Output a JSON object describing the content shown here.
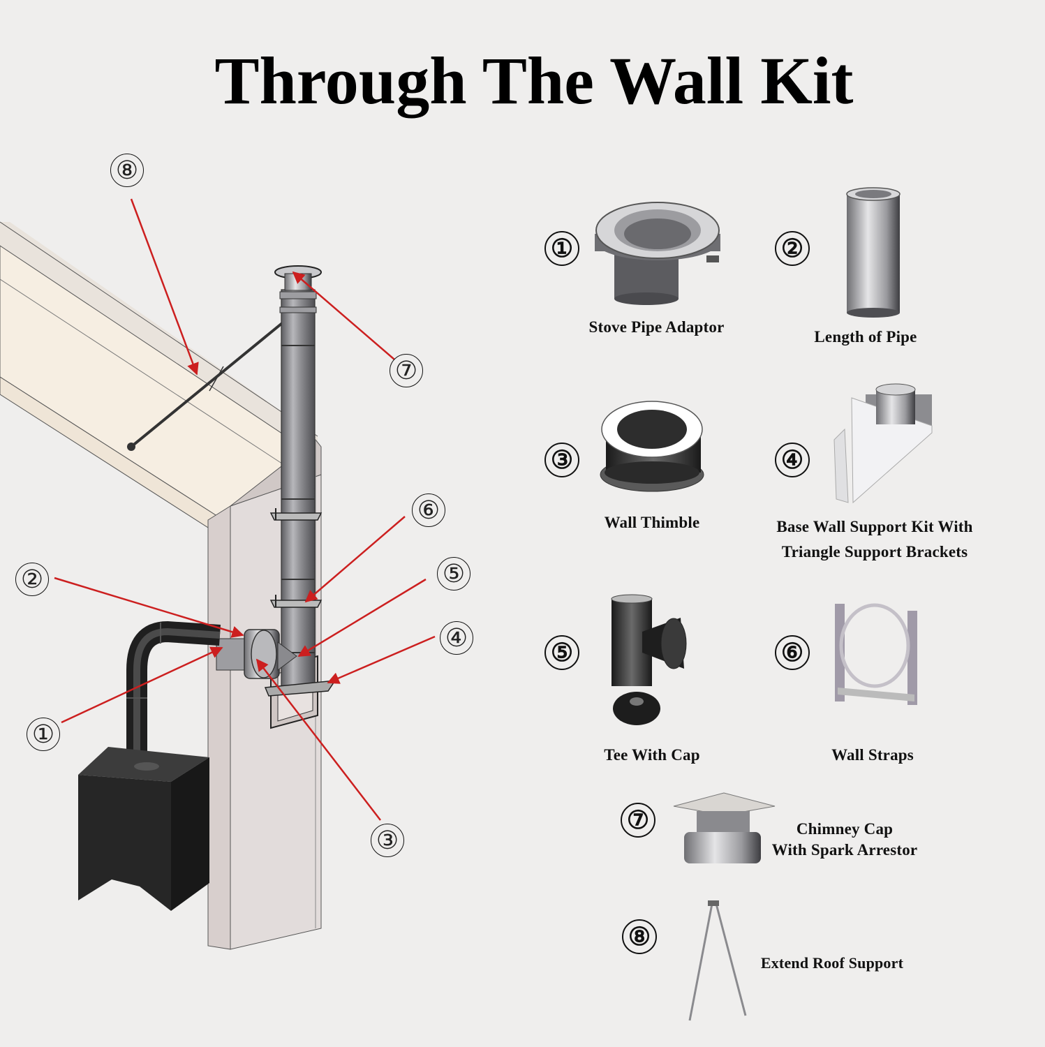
{
  "title": "Through The Wall Kit",
  "diagram_callouts": [
    "①",
    "②",
    "③",
    "④",
    "⑤",
    "⑥",
    "⑦",
    "⑧"
  ],
  "parts": [
    {
      "num": "①",
      "label": "Stove Pipe Adaptor"
    },
    {
      "num": "②",
      "label": "Length of Pipe"
    },
    {
      "num": "③",
      "label": "Wall Thimble"
    },
    {
      "num": "④",
      "label_line1": "Base Wall Support Kit With",
      "label_line2": "Triangle Support Brackets"
    },
    {
      "num": "⑤",
      "label": "Tee With Cap"
    },
    {
      "num": "⑥",
      "label": "Wall Straps"
    },
    {
      "num": "⑦",
      "label_line1": "Chimney Cap",
      "label_line2": "With Spark Arrestor"
    },
    {
      "num": "⑧",
      "label": "Extend Roof Support"
    }
  ],
  "colors": {
    "arrow": "#cc1f1f",
    "pipe": "#8f8f93",
    "stove": "#2b2b2b",
    "roof": "#f6eee2",
    "wall": "#ddd8d6"
  }
}
